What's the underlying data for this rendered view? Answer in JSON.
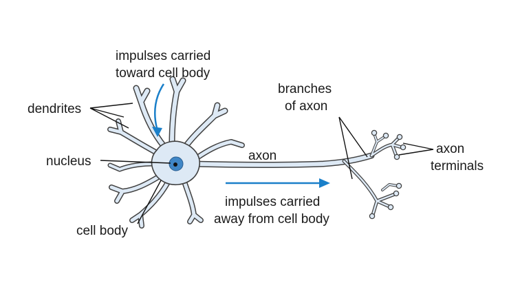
{
  "colors": {
    "cell_fill": "#dde9f5",
    "outline": "#404040",
    "nucleus_fill": "#3f86c6",
    "nucleolus": "#111111",
    "arrow": "#1a7fc9",
    "leader": "#111111",
    "text": "#1a1a1a"
  },
  "labels": {
    "impulses_toward_line1": "impulses carried",
    "impulses_toward_line2": "toward cell body",
    "dendrites": "dendrites",
    "nucleus": "nucleus",
    "cell_body": "cell body",
    "axon": "axon",
    "branches_line1": "branches",
    "branches_line2": "of axon",
    "axon_terminals_line1": "axon",
    "axon_terminals_line2": "terminals",
    "impulses_away_line1": "impulses carried",
    "impulses_away_line2": "away from cell body"
  }
}
